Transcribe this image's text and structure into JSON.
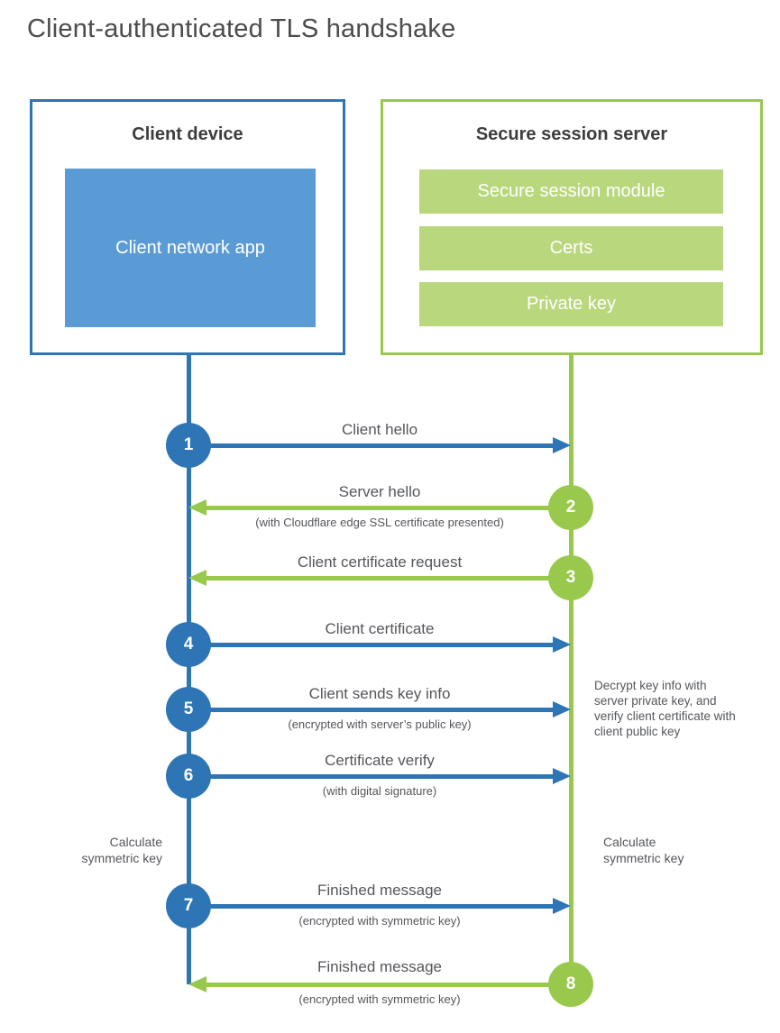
{
  "title": "Client-authenticated TLS handshake",
  "client": {
    "title": "Client device",
    "app_label": "Client network app"
  },
  "server": {
    "title": "Secure session server",
    "modules": [
      "Secure session module",
      "Certs",
      "Private key"
    ]
  },
  "steps": [
    {
      "num": "1",
      "label": "Client hello",
      "direction": "right"
    },
    {
      "num": "2",
      "label": "Server hello",
      "sub": "(with Cloudflare edge SSL certificate presented)",
      "direction": "left"
    },
    {
      "num": "3",
      "label": "Client certificate request",
      "direction": "left"
    },
    {
      "num": "4",
      "label": "Client certificate",
      "direction": "right"
    },
    {
      "num": "5",
      "label": "Client sends key info",
      "sub": "(encrypted with server’s public key)",
      "direction": "right"
    },
    {
      "num": "6",
      "label": "Certificate verify",
      "sub": "(with digital signature)",
      "direction": "right"
    },
    {
      "num": "7",
      "label": "Finished message",
      "sub": "(encrypted with symmetric key)",
      "direction": "right"
    },
    {
      "num": "8",
      "label": "Finished message",
      "sub": "(encrypted with symmetric key)",
      "direction": "left"
    }
  ],
  "annotations": {
    "decrypt_note": "Decrypt key info with server private key, and verify client certificate with client public key",
    "calculate_left": "Calculate symmetric key",
    "calculate_right": "Calculate symmetric key"
  },
  "colors": {
    "blue": "#2e75b5",
    "blue_light": "#5b9bd5",
    "green": "#98c94c",
    "green_light": "#b9d77d"
  }
}
